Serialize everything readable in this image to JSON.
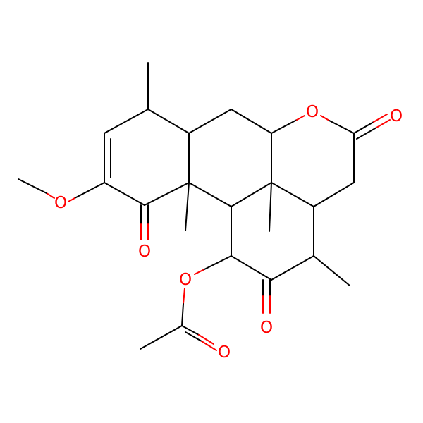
{
  "molecule": {
    "atoms": {
      "o_ring": "O",
      "o_lactone_carbonyl": "O",
      "o_methoxy": "O",
      "o_enone_carbonyl": "O",
      "o_acetate_ester": "O",
      "o_ring_ketone": "O",
      "o_acetate_carbonyl": "O"
    }
  },
  "colors": {
    "carbon_bond": "#000000",
    "oxygen": "#ff0000",
    "background": "#ffffff"
  }
}
